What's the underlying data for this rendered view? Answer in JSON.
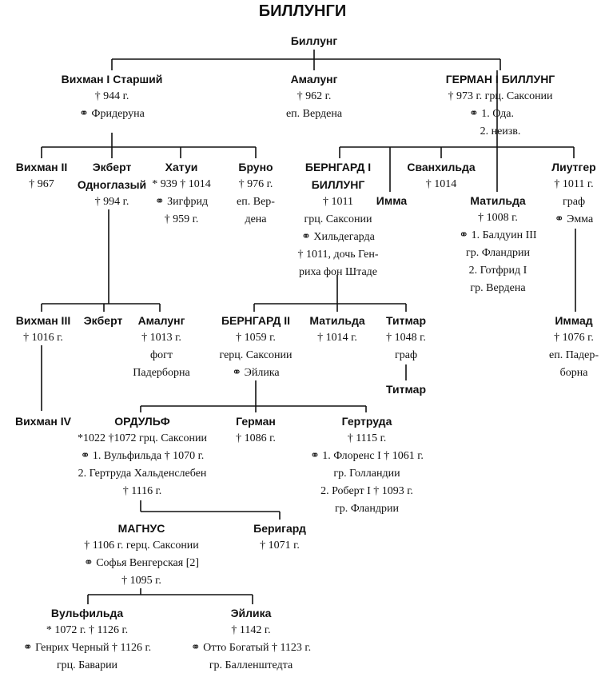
{
  "title": "БИЛЛУНГИ",
  "people": {
    "billung": {
      "name": "Биллунг"
    },
    "wichmann1": {
      "name": "Вихман I Старший",
      "lines": [
        "† 944 г.",
        "⚭ Фридеруна"
      ]
    },
    "amalung1": {
      "name": "Амалунг",
      "lines": [
        "† 962 г.",
        "еп. Вердена"
      ]
    },
    "hermann": {
      "name": "ГЕРМАН I БИЛЛУНГ",
      "lines": [
        "† 973 г. грц. Саксонии",
        "⚭ 1. Ода.",
        "2. неизв."
      ]
    },
    "wichmann2": {
      "name": "Вихман II",
      "lines": [
        "† 967"
      ]
    },
    "ekbert1": {
      "name": "Экберт",
      "lines": [
        "Одноглазый",
        "† 994 г."
      ]
    },
    "hatui": {
      "name": "Хатуи",
      "lines": [
        "* 939 † 1014",
        "⚭ Зигфрид",
        "† 959 г."
      ]
    },
    "bruno": {
      "name": "Бруно",
      "lines": [
        "† 976 г.",
        "еп. Вер-",
        "дена"
      ]
    },
    "bernhard1": {
      "name": "БЕРНГАРД I",
      "lines": [
        "БИЛЛУНГ",
        "† 1011",
        "грц. Саксонии",
        "⚭ Хильдегарда",
        "† 1011, дочь Ген-",
        "риха фон Штаде"
      ]
    },
    "imma": {
      "name": "Имма"
    },
    "swanhild": {
      "name": "Сванхильда",
      "lines": [
        "† 1014"
      ]
    },
    "mathilde1": {
      "name": "Матильда",
      "lines": [
        "† 1008 г.",
        "⚭ 1. Балдуин III",
        "гр. Фландрии",
        "2. Готфрид I",
        "гр. Вердена"
      ]
    },
    "liutger": {
      "name": "Лиутгер",
      "lines": [
        "† 1011 г.",
        "граф",
        "⚭ Эмма"
      ]
    },
    "wichmann3": {
      "name": "Вихман III",
      "lines": [
        "† 1016 г."
      ]
    },
    "ekbert2": {
      "name": "Экберт"
    },
    "amalung2": {
      "name": "Амалунг",
      "lines": [
        "† 1013 г.",
        "фогт",
        "Падерборна"
      ]
    },
    "bernhard2": {
      "name": "БЕРНГАРД II",
      "lines": [
        "† 1059 г.",
        "герц. Саксонии",
        "⚭ Эйлика"
      ]
    },
    "mathilde2": {
      "name": "Матильда",
      "lines": [
        "† 1014 г."
      ]
    },
    "thietmar1": {
      "name": "Титмар",
      "lines": [
        "† 1048 г.",
        "граф"
      ]
    },
    "thietmar2": {
      "name": "Титмар"
    },
    "immad": {
      "name": "Иммад",
      "lines": [
        "† 1076 г.",
        "еп. Падер-",
        "борна"
      ]
    },
    "wichmann4": {
      "name": "Вихман IV"
    },
    "ordulf": {
      "name": "ОРДУЛЬФ",
      "lines": [
        "*1022 †1072 грц. Саксонии",
        "⚭ 1. Вульфильда † 1070 г.",
        "2. Гертруда Хальденслебен",
        "† 1116 г."
      ]
    },
    "hermann2": {
      "name": "Герман",
      "lines": [
        "† 1086 г."
      ]
    },
    "gertrud": {
      "name": "Гертруда",
      "lines": [
        "† 1115 г.",
        "⚭ 1. Флоренс I † 1061 г.",
        "гр. Голландии",
        "2. Роберт I † 1093 г.",
        "гр. Фландрии"
      ]
    },
    "magnus": {
      "name": "МАГНУС",
      "lines": [
        "† 1106 г. герц. Саксонии",
        "⚭ Софья Венгерская [2]",
        "† 1095 г."
      ]
    },
    "berigard": {
      "name": "Беригард",
      "lines": [
        "† 1071 г."
      ]
    },
    "wulfhild": {
      "name": "Вульфильда",
      "lines": [
        "* 1072 г. † 1126 г.",
        "⚭ Генрих Черный † 1126 г.",
        "грц. Баварии"
      ]
    },
    "eilika": {
      "name": "Эйлика",
      "lines": [
        "† 1142 г.",
        "⚭ Отто Богатый † 1123 г.",
        "гр. Балленштедта"
      ]
    }
  }
}
